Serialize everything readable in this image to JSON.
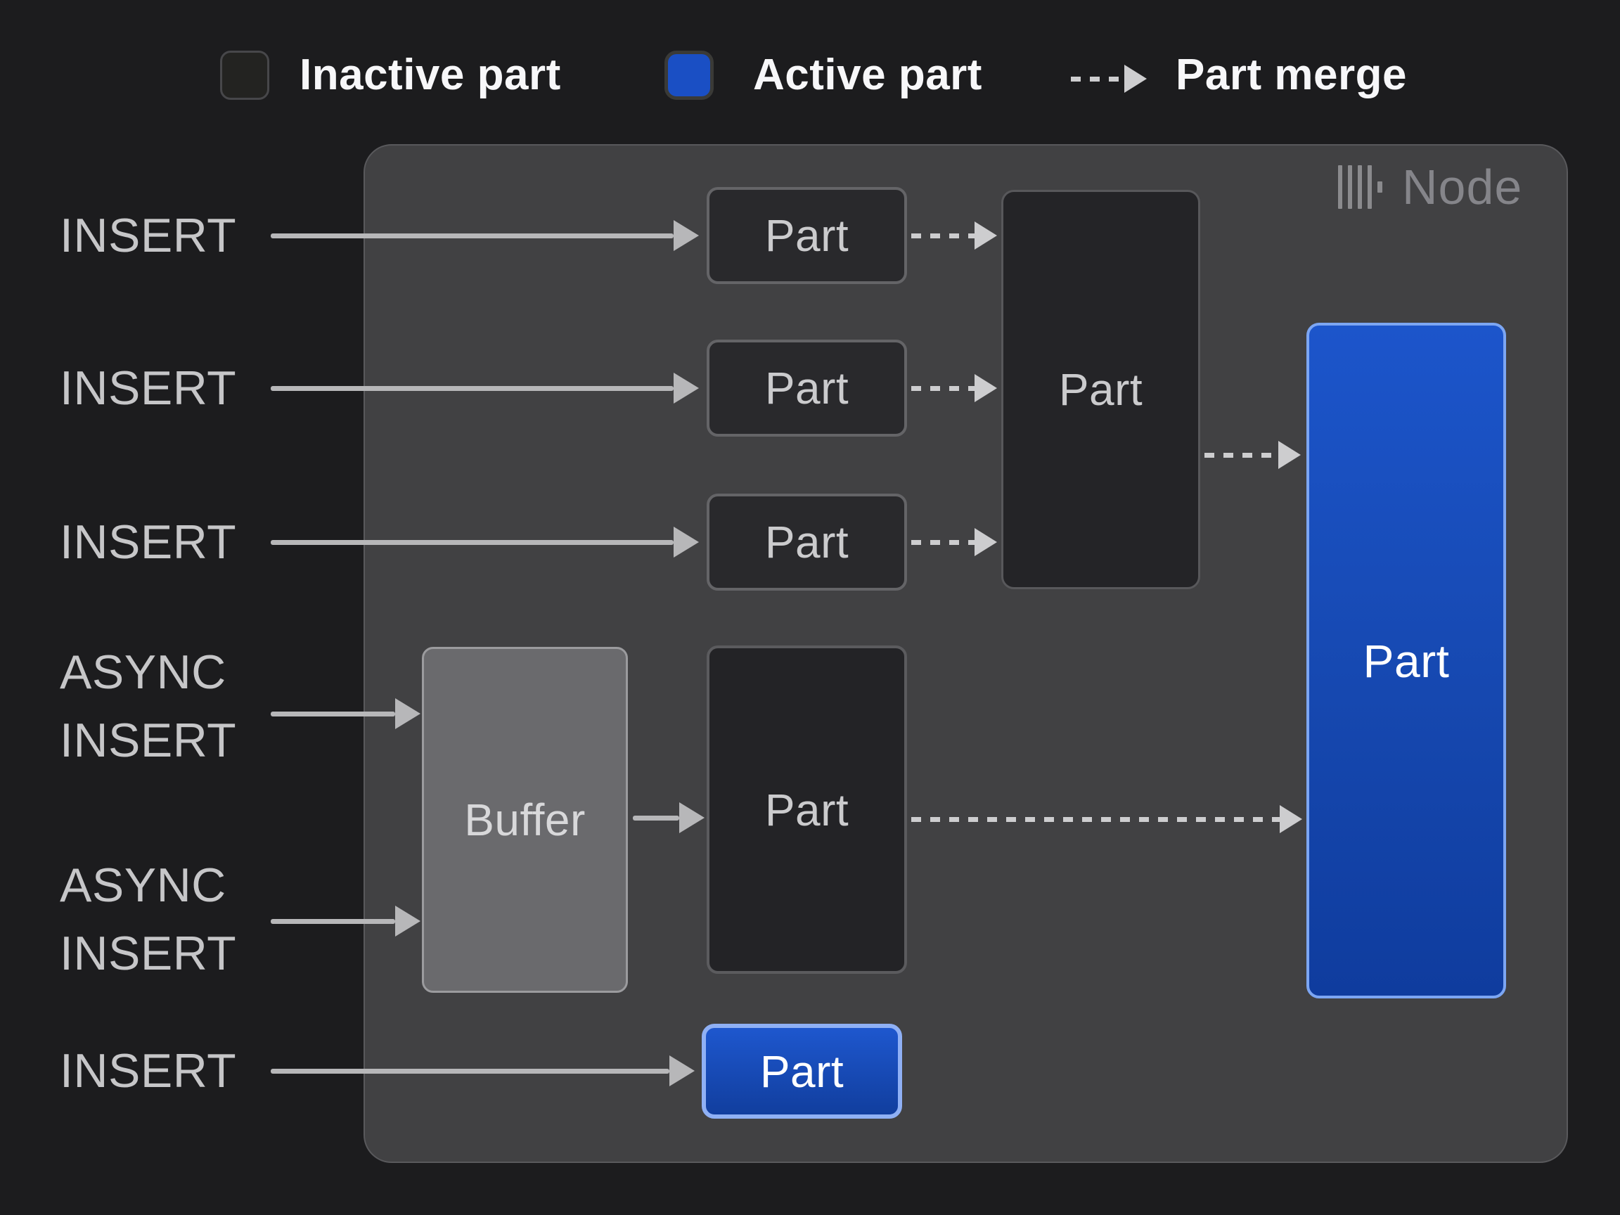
{
  "legend": {
    "inactive_label": "Inactive part",
    "active_label": "Active part",
    "merge_label": "Part merge"
  },
  "node": {
    "title": "Node",
    "icon": "clickhouse-logo"
  },
  "sources": [
    {
      "lines": [
        "INSERT"
      ]
    },
    {
      "lines": [
        "INSERT"
      ]
    },
    {
      "lines": [
        "INSERT"
      ]
    },
    {
      "lines": [
        "ASYNC",
        "INSERT"
      ]
    },
    {
      "lines": [
        "ASYNC",
        "INSERT"
      ]
    },
    {
      "lines": [
        "INSERT"
      ]
    }
  ],
  "parts": {
    "small": [
      "Part",
      "Part",
      "Part"
    ],
    "merged": "Part",
    "buffer": "Buffer",
    "buffered": "Part",
    "active_tall": "Part",
    "active_new": "Part"
  },
  "colors": {
    "page_bg": "#1c1c1e",
    "node_bg": "#414143",
    "inactive_part_bg": "#29292c",
    "inactive_part_border": "#646467",
    "buffer_bg": "#6a6a6d",
    "active_part": "#1a4fc4",
    "active_gradient_top": "#1c55cb",
    "active_gradient_bottom": "#0f3c9e",
    "active_border": "#7ca6f3",
    "solid_arrow": "#b7b7b9",
    "dashed_arrow": "#cdcdcf",
    "label_text": "#c6c6c8",
    "legend_text": "#f7f7f9",
    "node_title_text": "#85858a"
  }
}
